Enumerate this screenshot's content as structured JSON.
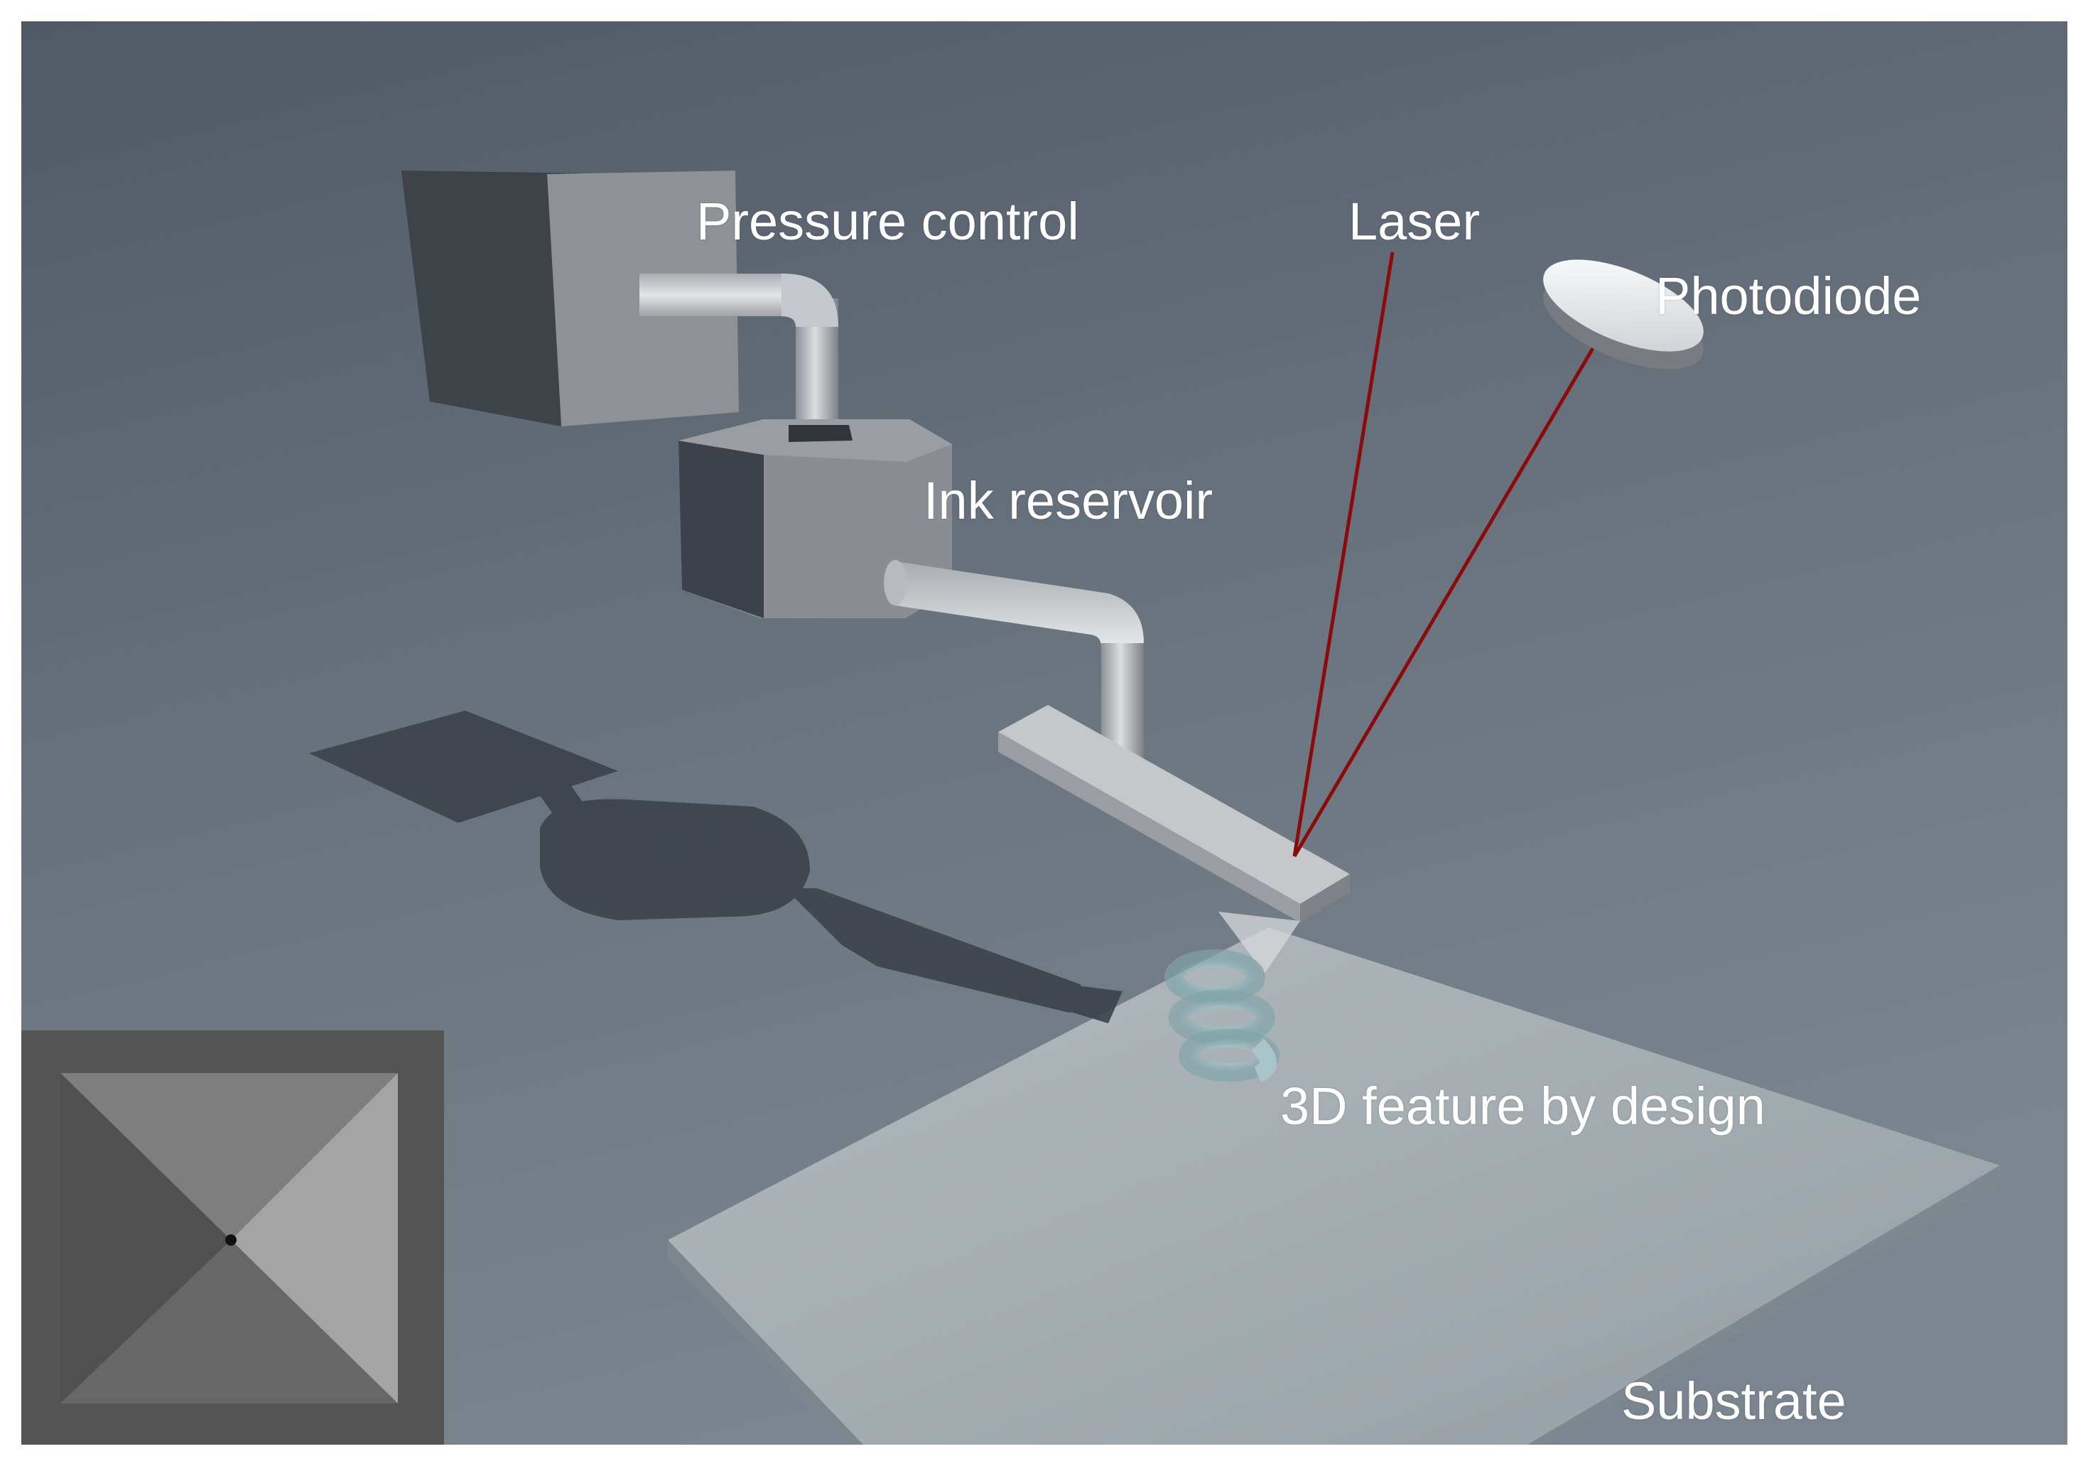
{
  "labels": {
    "pressure_control": "Pressure control",
    "laser": "Laser",
    "photodiode": "Photodiode",
    "ink_reservoir": "Ink reservoir",
    "feature": "3D feature by design",
    "substrate": "Substrate"
  },
  "colors": {
    "background_top": "#4f5864",
    "background_bottom": "#76808b",
    "laser_beam": "#8b0a0a",
    "substrate": "#9ea7ad",
    "shadow": "#3a4048",
    "printed_feature": "#8fb3b8"
  }
}
